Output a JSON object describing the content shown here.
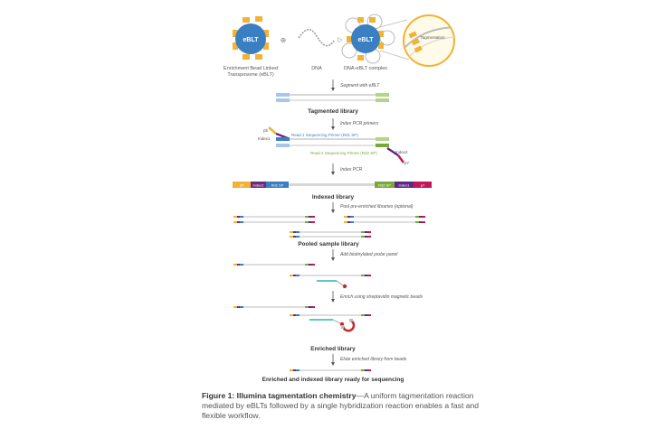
{
  "top": {
    "ebl_label": "eBLT",
    "enrichment_label_line1": "Enrichment Bead Linked",
    "enrichment_label_line2": "Transposome (eBLT)",
    "dna_label": "DNA",
    "complex_label": "DNA-eBLT complex",
    "zoom_label": "Tagmentation"
  },
  "steps": {
    "segment": "Segment with eBLT",
    "tagmented_library": "Tagmented library",
    "index_pcr_primers": "Index PCR primers",
    "p5": "p5",
    "index1": "Index1",
    "read1_primer": "Read 1 Sequencing Primer (Rd1 SP)",
    "read2_primer": "Read 2 Sequencing Primer (Rd2 SP)",
    "index2": "Index2",
    "p7": "p7",
    "index_pcr": "Index PCR",
    "indexed_library": "Indexed library",
    "bar_p5": "p5",
    "bar_index2": "Index2",
    "bar_rd1sp": "Rd1 SP",
    "bar_rd2sp": "Rd2 SP",
    "bar_index1": "Index1",
    "bar_p7": "p7",
    "pool": "Pool pre-enriched libraries (optional)",
    "pooled_library": "Pooled sample library",
    "add_probe": "Add biotinylated probe panel",
    "enrich": "Enrich using streptavidin magnetic beads",
    "enriched_library": "Enriched library",
    "elute": "Elute enriched library from beads",
    "final": "Enriched and indexed library ready for sequencing"
  },
  "caption": {
    "title": "Figure 1: Illumina tagmentation chemistry",
    "text": "—A uniform tagmentation reaction mediated by eBLTs followed by a single hybridization reaction enables a fast and flexible workflow."
  },
  "colors": {
    "bead": "#3a7fc1",
    "transposome": "#f2b233",
    "adapter_blue": "#a9c6e8",
    "adapter_green": "#b5d38a",
    "p5": "#f2b233",
    "index2": "#6d2a7e",
    "rd1sp": "#3a7fc1",
    "rd2sp": "#7aa83a",
    "index1": "#5b2a86",
    "p7": "#c2185b",
    "probe": "#2bb3b8",
    "biotin": "#c62828",
    "magnet": "#c62828"
  }
}
